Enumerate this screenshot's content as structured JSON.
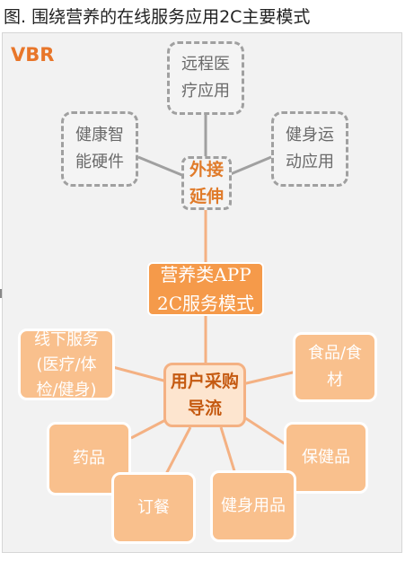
{
  "title": "图. 围绕营养的在线服务应用2C主要模式",
  "logo": "VBR",
  "nodes": {
    "telemedicine": "远程医\n疗应用",
    "wearables": "健康智\n能硬件",
    "fitness": "健身运\n动应用",
    "extension": "外接\n延伸",
    "center": "营养类APP\n2C服务模式",
    "purchase": "用户采购\n导流",
    "offline": "线下服务\n(医疗/体\n检/健身)",
    "food": "食品/食\n材",
    "medicine": "药品",
    "supplements": "保健品",
    "meals": "订餐",
    "fitness_goods": "健身用品"
  },
  "colors": {
    "center_fill": "#f59a4a",
    "leaf_fill": "#f9c08d",
    "hub_fill": "#fde5cf",
    "dashed_border": "#a0a0a0",
    "extension_text": "#e07b2a"
  }
}
